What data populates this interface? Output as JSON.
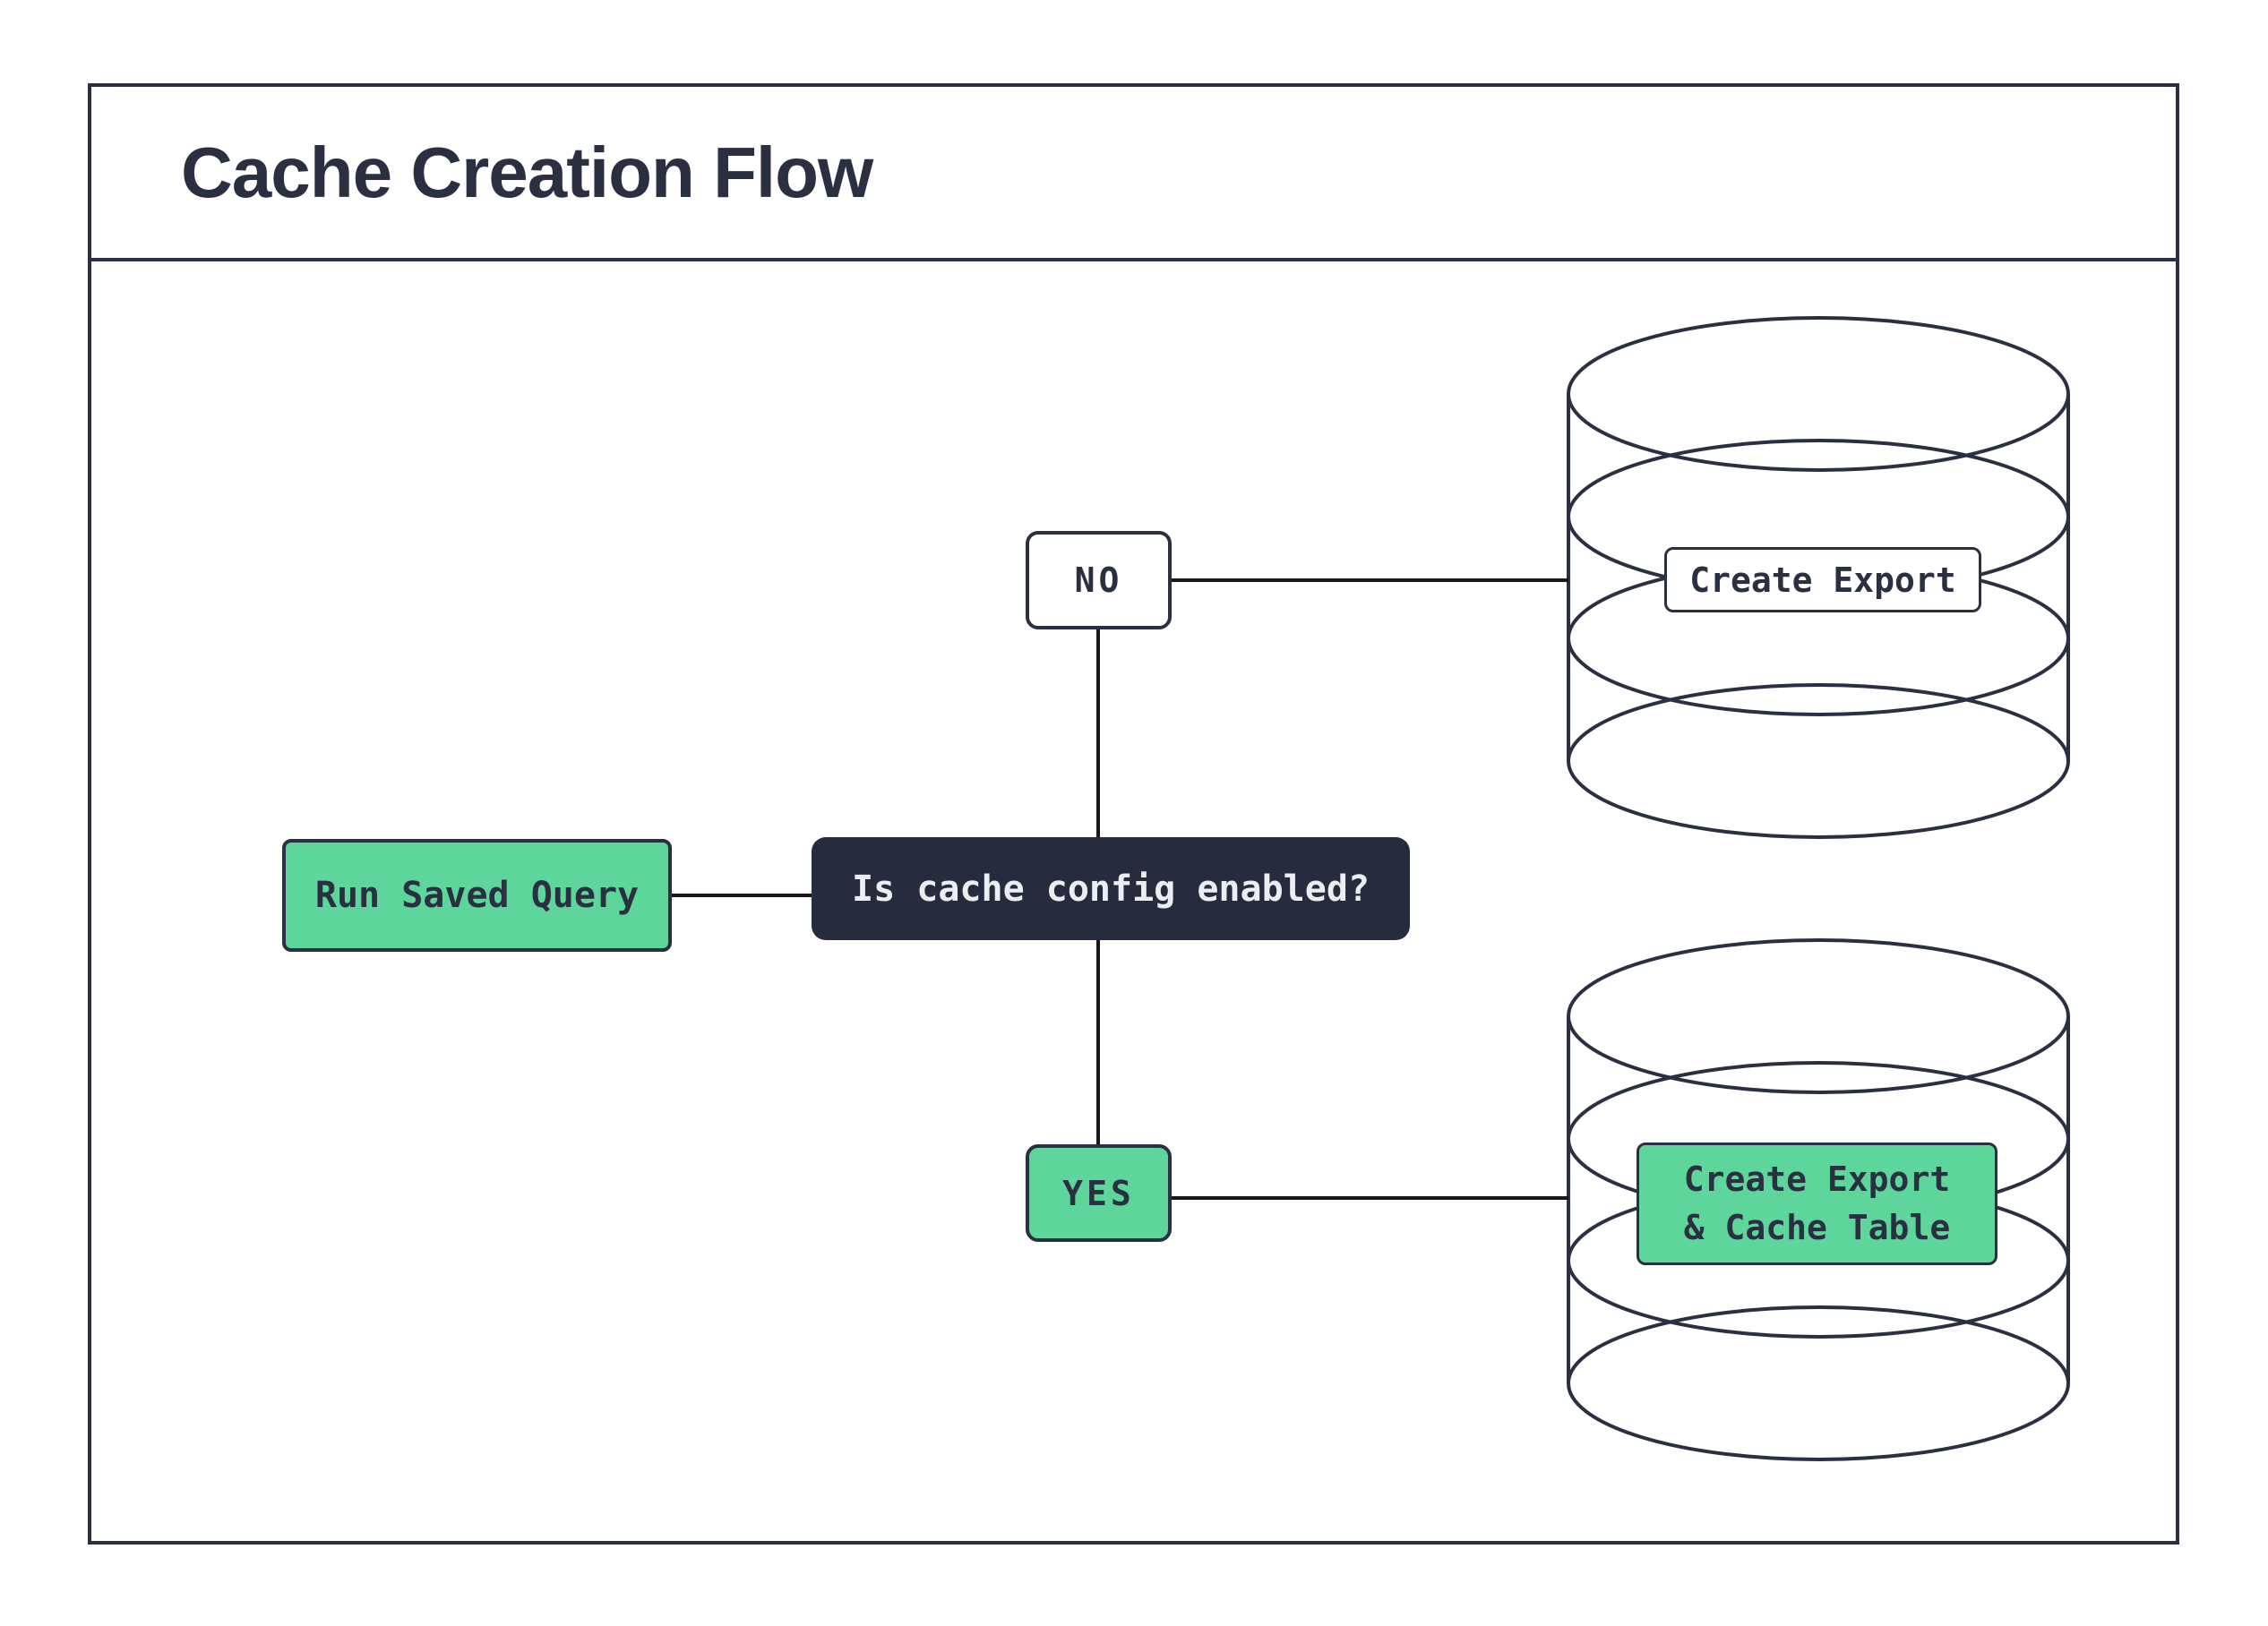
{
  "title": "Cache Creation Flow",
  "colors": {
    "navy": "#2a3042",
    "dark-fill": "#262c3d",
    "green": "#5ed69b",
    "line": "#17181c",
    "light-text": "#eceef1",
    "white": "#ffffff"
  },
  "nodes": {
    "start": {
      "label": "Run Saved Query"
    },
    "decision": {
      "label": "Is cache config enabled?"
    },
    "no_branch": {
      "label": "NO",
      "result": "Create Export"
    },
    "yes_branch": {
      "label": "YES",
      "result_line1": "Create Export",
      "result_line2": "& Cache Table"
    }
  }
}
